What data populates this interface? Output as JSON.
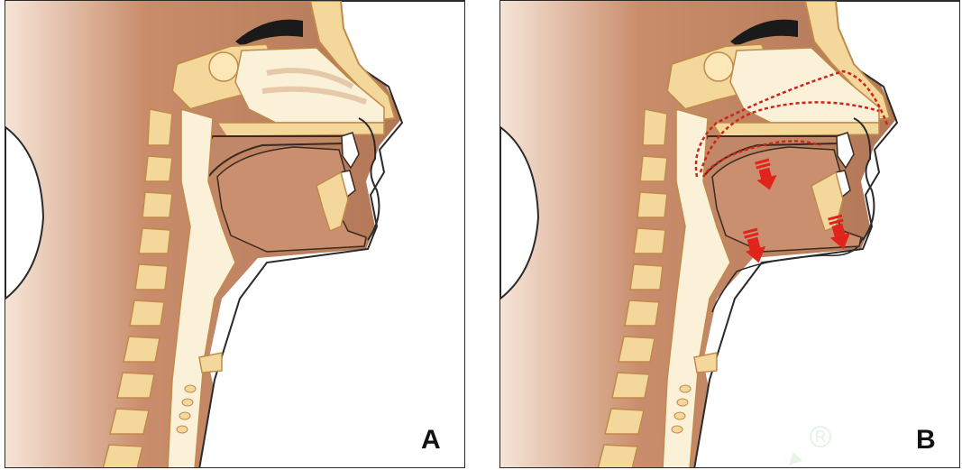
{
  "panels": [
    {
      "id": "A",
      "label": "A"
    },
    {
      "id": "B",
      "label": "B"
    }
  ],
  "colors": {
    "background": "#ffffff",
    "skin_dark": "#b67a59",
    "skin_light": "#f4dccb",
    "bone": "#f3d79b",
    "bone_outline": "#c08a4a",
    "soft_tissue": "#c08868",
    "palate": "#fbf1d8",
    "airway_outline": "#3a2a20",
    "hair": "#1a1a1a",
    "arrow": "#e0231b",
    "dotted_path": "#d0231b"
  },
  "icons": [
    "red-down-arrow",
    "dotted-airflow-path",
    "watermark-registered-mark"
  ]
}
